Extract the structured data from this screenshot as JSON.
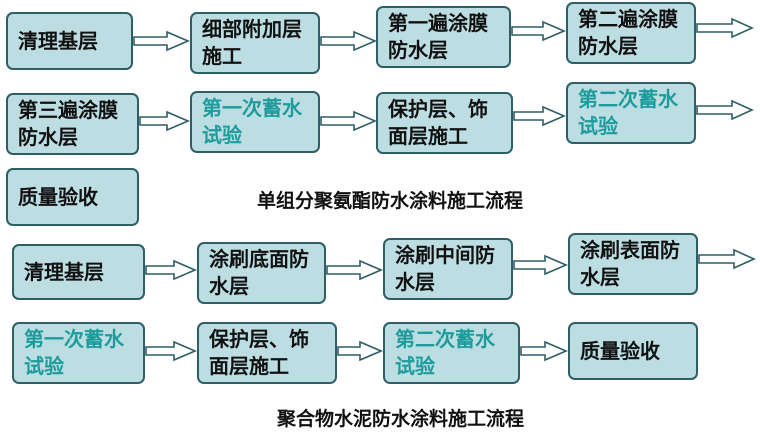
{
  "colors": {
    "box_fill": "#bcdde2",
    "box_border": "#2f5f66",
    "teal_text": "#1e9c9c",
    "arrow_stroke": "#2f5f66"
  },
  "flow1": {
    "title": "单组分聚氨酯防水涂料施工流程",
    "steps": [
      "清理基层",
      "细部附加层施工",
      "第一遍涂膜防水层",
      "第二遍涂膜防水层",
      "第三遍涂膜防水层",
      "第一次蓄水试验",
      "保护层、饰面层施工",
      "第二次蓄水试验",
      "质量验收"
    ]
  },
  "flow2": {
    "title": "聚合物水泥防水涂料施工流程",
    "steps": [
      "清理基层",
      "涂刷底面防水层",
      "涂刷中间防水层",
      "涂刷表面防水层",
      "第一次蓄水试验",
      "保护层、饰面层施工",
      "第二次蓄水试验",
      "质量验收"
    ]
  }
}
